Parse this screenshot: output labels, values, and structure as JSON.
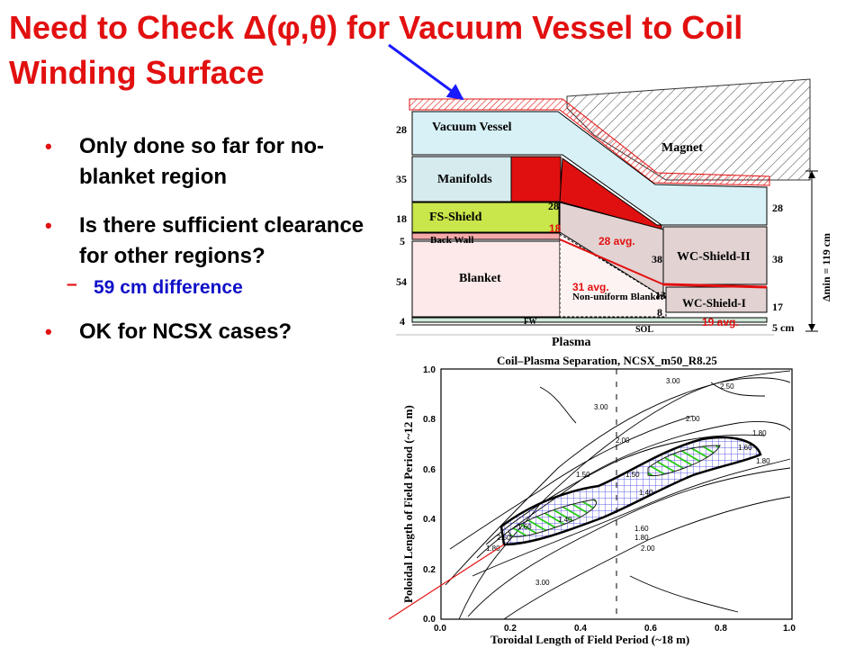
{
  "title": "Need to Check Δ(φ,θ) for Vacuum Vessel to Coil Winding Surface",
  "bullets": [
    {
      "text": "Only done so far for no-blanket region"
    },
    {
      "text": "Is there sufficient clearance for other regions?",
      "sub": "59 cm difference"
    },
    {
      "text": "OK for NCSX cases?"
    }
  ],
  "colors": {
    "title": "#e21010",
    "sub": "#1010c8",
    "vessel": "#d8f1f6",
    "manifold": "#d6ebee",
    "fs_shield": "#c9e64a",
    "blanket": "#fde9e9",
    "wc_shield": "#e2d2d2",
    "hatch": "#e21010"
  },
  "radial_build": {
    "layers": {
      "vacuum_vessel": "Vacuum Vessel",
      "magnet": "Magnet",
      "manifolds": "Manifolds",
      "fs_shield": "FS-Shield",
      "back_wall": "Back Wall",
      "blanket": "Blanket",
      "non_uniform_blanket": "Non-uniform Blanket",
      "wc_shield_ii": "WC-Shield-II",
      "wc_shield_i": "WC-Shield-I",
      "fw": "FW",
      "sol": "SOL",
      "plasma": "Plasma"
    },
    "left_numbers": [
      "28",
      "35",
      "18",
      "5",
      "54",
      "4"
    ],
    "right_numbers": [
      "28",
      "38",
      "17",
      "5 cm"
    ],
    "mid_numbers": [
      "28",
      "38",
      "13",
      "8"
    ],
    "red_labels": [
      "18",
      "28 avg.",
      "31 avg.",
      "19 avg."
    ],
    "delta_label": "Δmin = 119 cm"
  },
  "contour_plot": {
    "title": "Coil–Plasma Separation, NCSX_m50_R8.25",
    "xlabel": "Toroidal Length of Field Period (~18 m)",
    "ylabel": "Poloidal Length of Field Period (~12 m)",
    "xticks": [
      "0.0",
      "0.2",
      "0.4",
      "0.6",
      "0.8",
      "1.0"
    ],
    "yticks": [
      "0.0",
      "0.2",
      "0.4",
      "0.6",
      "0.8",
      "1.0"
    ],
    "contour_labels": [
      "3.00",
      "3.00",
      "2.50",
      "2.50",
      "2.00",
      "2.00",
      "1.80",
      "1.80",
      "1.60",
      "1.50",
      "1.40",
      "1.80",
      "1.60",
      "1.50",
      "1.40",
      "2.00",
      "3.00",
      "1.80",
      "1.60"
    ]
  }
}
